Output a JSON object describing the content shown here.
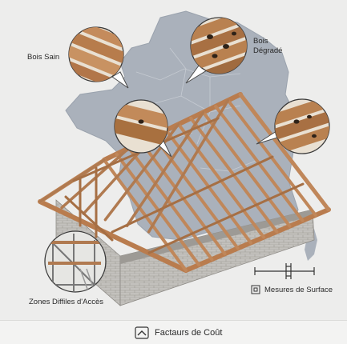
{
  "callouts": {
    "healthy_wood": "Bois Sain",
    "degraded_wood_line1": "Bois",
    "degraded_wood_line2": "Dégradé",
    "access_zones": "Zones Diffiles d'Accès",
    "surface_measures": "Mesures de Surface"
  },
  "footer": {
    "title": "Factaurs de Coût",
    "icon": "roof-icon"
  },
  "colors": {
    "map": "#aab1bb",
    "wood": "#c0875a",
    "wood_dark": "#8a5a35",
    "wall": "#b9b7b3",
    "background": "#ededec"
  }
}
